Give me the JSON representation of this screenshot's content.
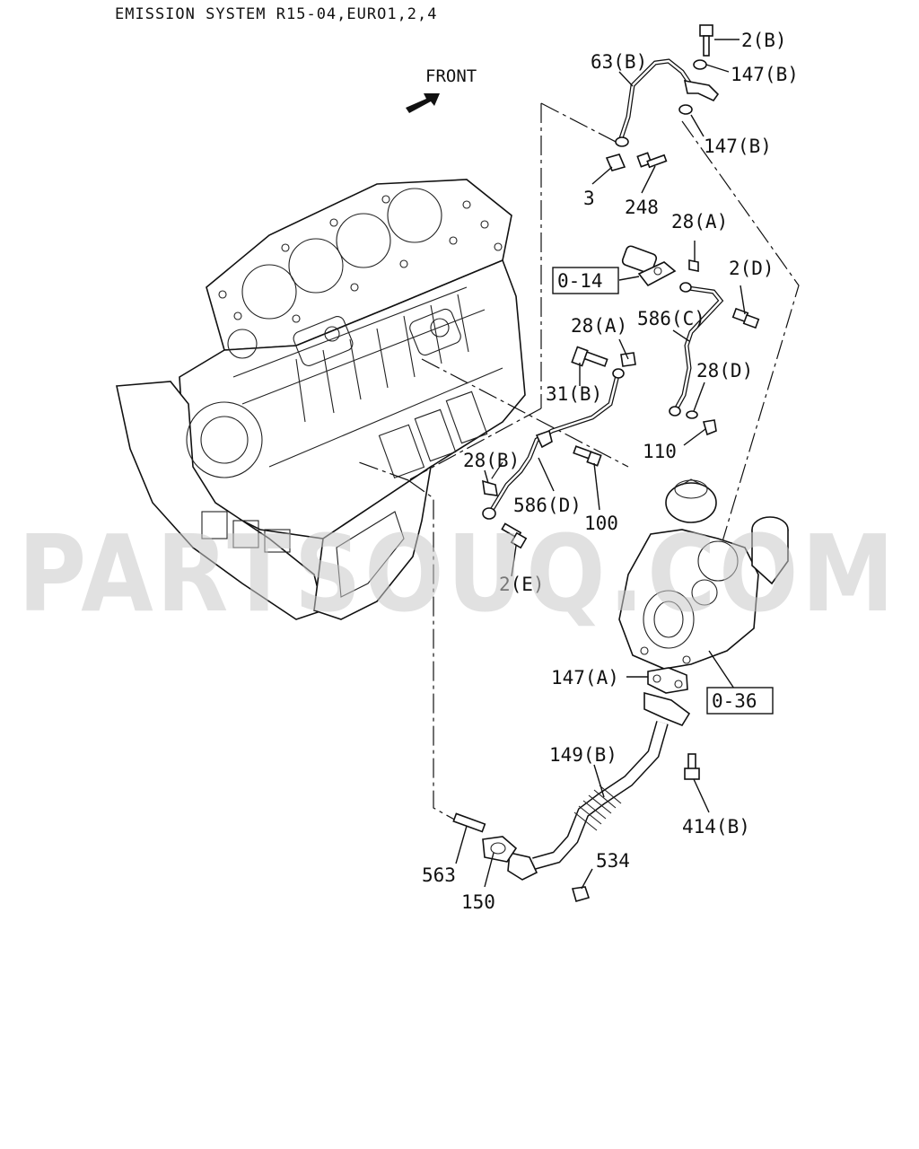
{
  "title": "EMISSION SYSTEM R15-04,EURO1,2,4",
  "front_label": "FRONT",
  "watermark": "PARTSOUQ.COM",
  "callouts": {
    "c_2b": "2(B)",
    "c_147b_1": "147(B)",
    "c_63b": "63(B)",
    "c_147b_2": "147(B)",
    "c_3": "3",
    "c_248": "248",
    "c_28a_1": "28(A)",
    "c_2d": "2(D)",
    "c_014": "0-14",
    "c_586c": "586(C)",
    "c_28a_2": "28(A)",
    "c_28d": "28(D)",
    "c_31b": "31(B)",
    "c_110": "110",
    "c_28b": "28(B)",
    "c_586d": "586(D)",
    "c_100": "100",
    "c_2e": "2(E)",
    "c_147a": "147(A)",
    "c_036": "0-36",
    "c_149b": "149(B)",
    "c_414b": "414(B)",
    "c_534": "534",
    "c_563": "563",
    "c_150": "150"
  }
}
